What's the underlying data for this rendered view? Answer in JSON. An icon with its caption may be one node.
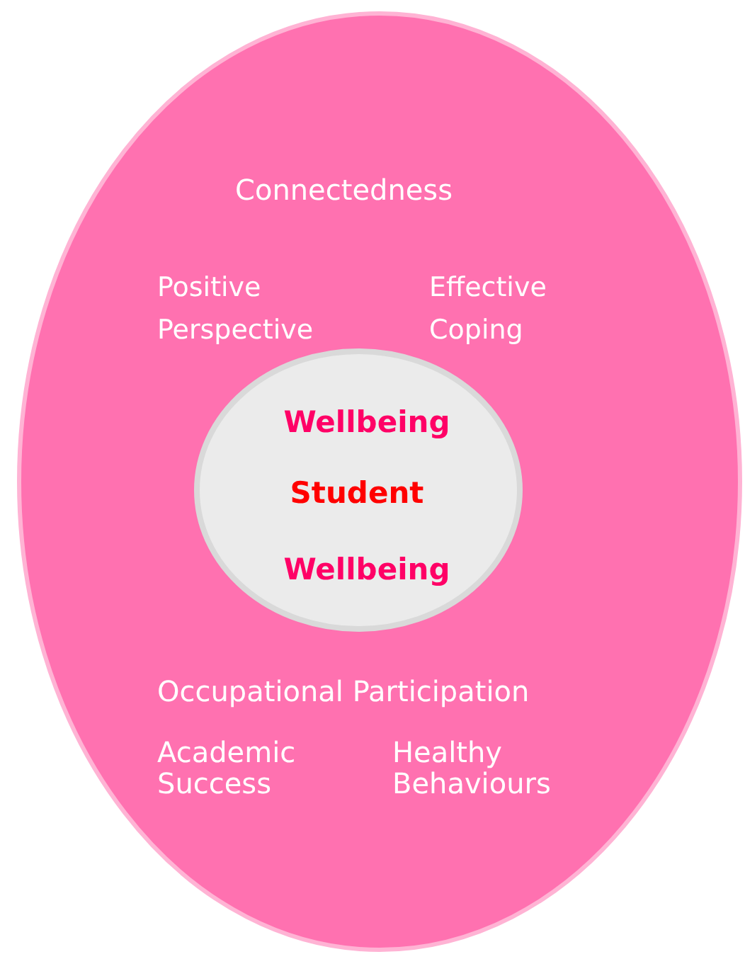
{
  "diagram": {
    "nodes": [
      {
        "text": [
          "Connectedness",
          "Positive Perspective",
          "Effective Coping",
          "Occupational Participation",
          "Academic Success",
          "Healthy Behaviours"
        ]
      },
      {
        "text": [
          "Wellbeing",
          "Student",
          "Wellbeing"
        ],
        "in": 0
      }
    ]
  }
}
